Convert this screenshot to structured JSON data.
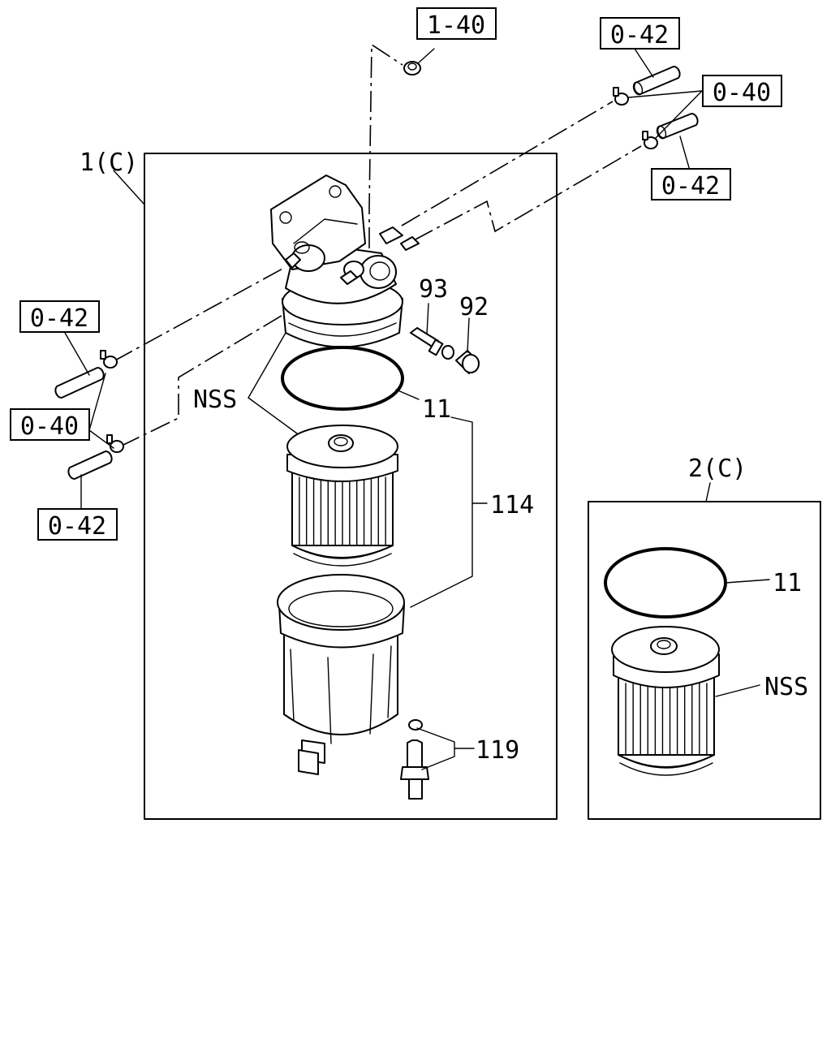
{
  "refs": {
    "r_1_40": "1-40",
    "r_0_42_tr": "0-42",
    "r_0_40_r": "0-40",
    "r_0_42_r": "0-42",
    "r_0_42_l": "0-42",
    "r_0_40_l": "0-40",
    "r_0_42_bl": "0-42"
  },
  "labels": {
    "group1": "1(C)",
    "group2": "2(C)",
    "p93": "93",
    "p92": "92",
    "nss1": "NSS",
    "p11a": "11",
    "p114": "114",
    "p119": "119",
    "p11b": "11",
    "nss2": "NSS"
  }
}
